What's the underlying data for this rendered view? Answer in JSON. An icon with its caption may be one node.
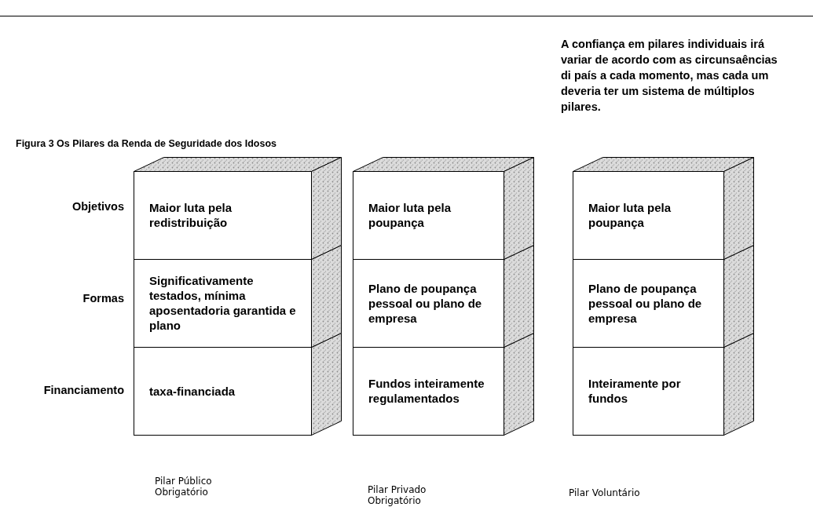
{
  "diagram": {
    "title": "Figura 3 Os Pilares da Renda de Seguridade dos Idosos",
    "nodes": [
      {
        "text": [
          "Maior luta pela redistribuição"
        ]
      },
      {
        "text": [
          "Maior luta pela poupança"
        ]
      },
      {
        "text": [
          "Maior luta pela poupança"
        ]
      },
      {
        "text": [
          "Significativamente testados, mínima aposentadoria garantida e plano"
        ]
      },
      {
        "text": [
          "Plano de poupança pessoal ou plano de empresa"
        ]
      },
      {
        "text": [
          "Plano de poupança pessoal ou plano de empresa"
        ]
      },
      {
        "text": [
          "taxa-financiada"
        ]
      },
      {
        "text": [
          "Fundos inteiramente regulamentados"
        ]
      },
      {
        "text": [
          "Inteiramente por fundos"
        ]
      }
    ],
    "labels": [
      "A confiança em pilares individuais irá variar de acordo com as circunsaências di país a cada momento, mas cada um deveria ter um sistema de múltiplos pilares.",
      "Objetivos",
      "Formas",
      "Financiamento",
      "Pilar Público Obrigatório",
      "Pilar Privado Obrigatório",
      "Pilar Voluntário"
    ]
  }
}
